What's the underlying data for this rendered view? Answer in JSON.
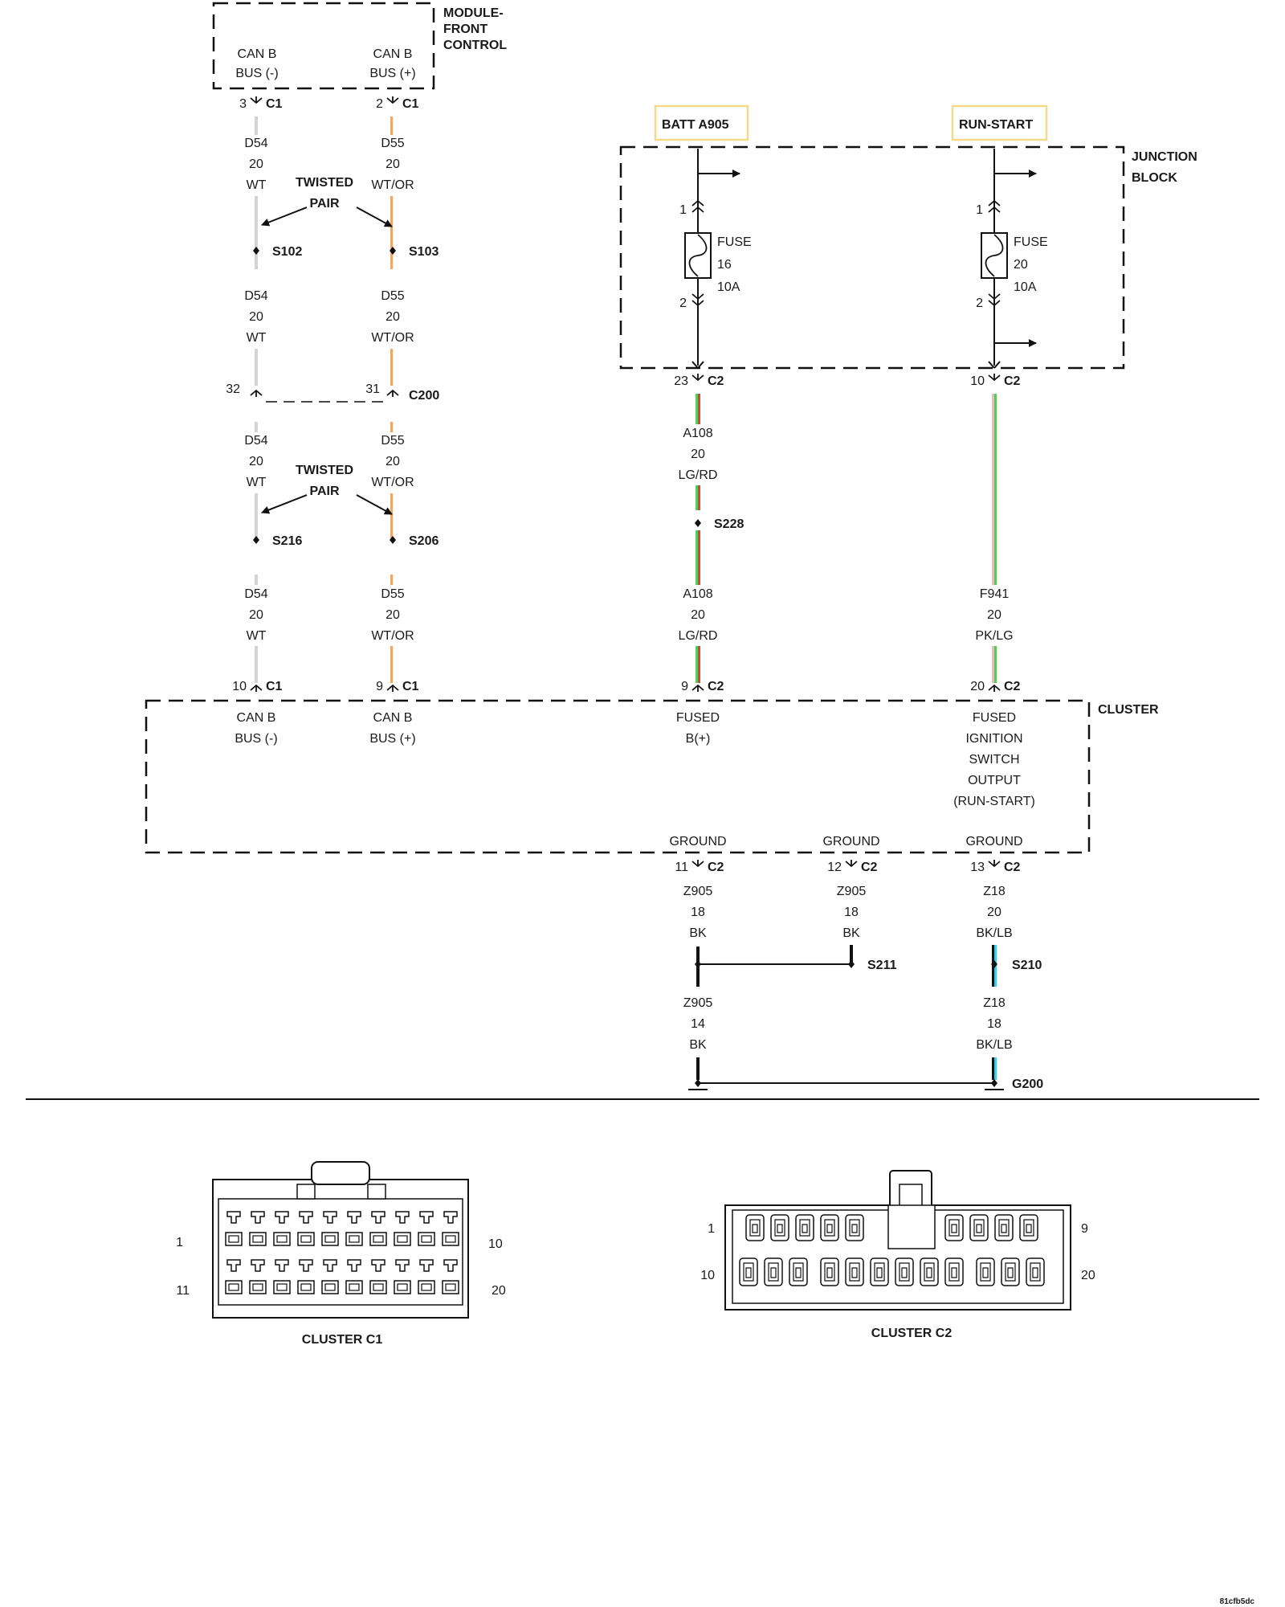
{
  "module_front_control": {
    "name": "MODULE-\nFRONT\nCONTROL",
    "name_lines": [
      "MODULE-",
      "FRONT",
      "CONTROL"
    ],
    "pin_neg_label": [
      "CAN B",
      "BUS (-)"
    ],
    "pin_pos_label": [
      "CAN B",
      "BUS (+)"
    ]
  },
  "connectors": {
    "mfc_neg": {
      "pin": "3",
      "name": "C1"
    },
    "mfc_pos": {
      "pin": "2",
      "name": "C1"
    },
    "c200_neg": {
      "pin": "32",
      "name": "C200"
    },
    "c200_pos": {
      "pin": "31",
      "name": ""
    },
    "cl_neg": {
      "pin": "10",
      "name": "C1"
    },
    "cl_pos": {
      "pin": "9",
      "name": "C1"
    },
    "jb_batt_out": {
      "pin": "23",
      "name": "C2"
    },
    "jb_run_out": {
      "pin": "10",
      "name": "C2"
    },
    "cl_batt": {
      "pin": "9",
      "name": "C2"
    },
    "cl_run": {
      "pin": "20",
      "name": "C2"
    },
    "cl_gnd1": {
      "pin": "11",
      "name": "C2"
    },
    "cl_gnd2": {
      "pin": "12",
      "name": "C2"
    },
    "cl_gnd3": {
      "pin": "13",
      "name": "C2"
    }
  },
  "wires": {
    "d54_a": [
      "D54",
      "20",
      "WT"
    ],
    "d55_a": [
      "D55",
      "20",
      "WT/OR"
    ],
    "d54_b": [
      "D54",
      "20",
      "WT"
    ],
    "d55_b": [
      "D55",
      "20",
      "WT/OR"
    ],
    "d54_c": [
      "D54",
      "20",
      "WT"
    ],
    "d55_c": [
      "D55",
      "20",
      "WT/OR"
    ],
    "d54_d": [
      "D54",
      "20",
      "WT"
    ],
    "d55_d": [
      "D55",
      "20",
      "WT/OR"
    ],
    "a108_a": [
      "A108",
      "20",
      "LG/RD"
    ],
    "a108_b": [
      "A108",
      "20",
      "LG/RD"
    ],
    "f941": [
      "F941",
      "20",
      "PK/LG"
    ],
    "z905_a": [
      "Z905",
      "18",
      "BK"
    ],
    "z905_b": [
      "Z905",
      "18",
      "BK"
    ],
    "z18_a": [
      "Z18",
      "20",
      "BK/LB"
    ],
    "z905_c": [
      "Z905",
      "14",
      "BK"
    ],
    "z18_b": [
      "Z18",
      "18",
      "BK/LB"
    ]
  },
  "twisted_pair_label": [
    "TWISTED",
    "PAIR"
  ],
  "splices": {
    "s102": "S102",
    "s103": "S103",
    "s216": "S216",
    "s206": "S206",
    "s228": "S228",
    "s211": "S211",
    "s210": "S210"
  },
  "ground_point": "G200",
  "junction_block": {
    "name_lines": [
      "JUNCTION",
      "BLOCK"
    ],
    "batt_source": "BATT A905",
    "run_source": "RUN-START",
    "fuse16": {
      "lines": [
        "FUSE",
        "16",
        "10A"
      ],
      "in_pin": "1",
      "out_pin": "2"
    },
    "fuse20": {
      "lines": [
        "FUSE",
        "20",
        "10A"
      ],
      "in_pin": "1",
      "out_pin": "2"
    }
  },
  "cluster": {
    "name": "CLUSTER",
    "can_neg_label": [
      "CAN B",
      "BUS (-)"
    ],
    "can_pos_label": [
      "CAN B",
      "BUS (+)"
    ],
    "fused_b_label": [
      "FUSED",
      "B(+)"
    ],
    "ign_label": [
      "FUSED",
      "IGNITION",
      "SWITCH",
      "OUTPUT",
      "(RUN-START)"
    ],
    "ground_labels": [
      "GROUND",
      "GROUND",
      "GROUND"
    ]
  },
  "connector_views": {
    "c1": {
      "title": "CLUSTER C1",
      "pin_tl": "1",
      "pin_tr": "10",
      "pin_bl": "11",
      "pin_br": "20"
    },
    "c2": {
      "title": "CLUSTER C2",
      "pin_tl": "1",
      "pin_tr": "9",
      "pin_bl": "10",
      "pin_br": "20"
    }
  },
  "footer_code": "81cfb5dc",
  "colors": {
    "wt": "#d4d4d4",
    "or": "#f0a56a",
    "lg": "#5cc85c",
    "rd": "#e33d3d",
    "pk": "#f4b3c7",
    "bk": "#111111",
    "lb": "#46c8e6",
    "source_box": "#f5d98a"
  }
}
